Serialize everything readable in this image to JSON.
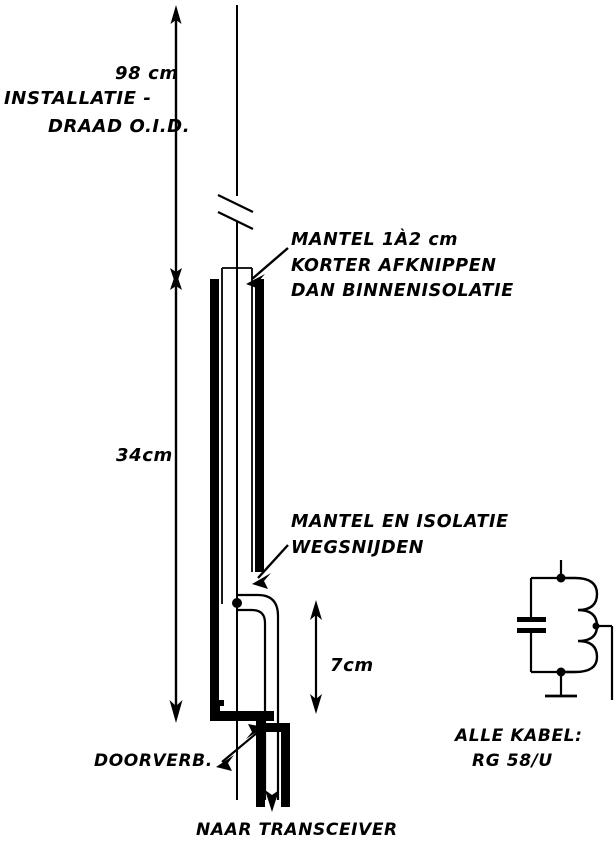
{
  "diagram": {
    "title_text_blocks": {
      "installation_wire_label_line1": "INSTALLATIE -",
      "installation_wire_label_line2": "DRAAD O.I.D.",
      "dim_98": "98 cm",
      "dim_34": "34cm",
      "dim_7": "7cm",
      "note_mantel_line1": "MANTEL 1À2 cm",
      "note_mantel_line2": "KORTER AFKNIPPEN",
      "note_mantel_line3": "DAN BINNENISOLATIE",
      "note_isolatie_line1": "MANTEL EN ISOLATIE",
      "note_isolatie_line2": "WEGSNIJDEN",
      "doorverb_label": "DOORVERB.",
      "alle_kabel_line1": "ALLE KABEL:",
      "alle_kabel_line2": "RG 58/U",
      "naar_transceiver_label": "NAAR TRANSCEIVER"
    },
    "icons": {
      "break_symbol": "wire-break-symbol",
      "arrow_up": "arrow-up",
      "arrow_down": "arrow-down",
      "double_arrow": "double-headed-arrow",
      "pointer_arrow": "pointer-arrow",
      "junction_dot": "junction-dot",
      "ground_symbol": "ground-symbol",
      "capacitor_symbol": "capacitor-symbol",
      "coil_symbol": "coil-inductor-symbol"
    },
    "colors": {
      "ink": "#000000",
      "paper": "#ffffff"
    }
  }
}
